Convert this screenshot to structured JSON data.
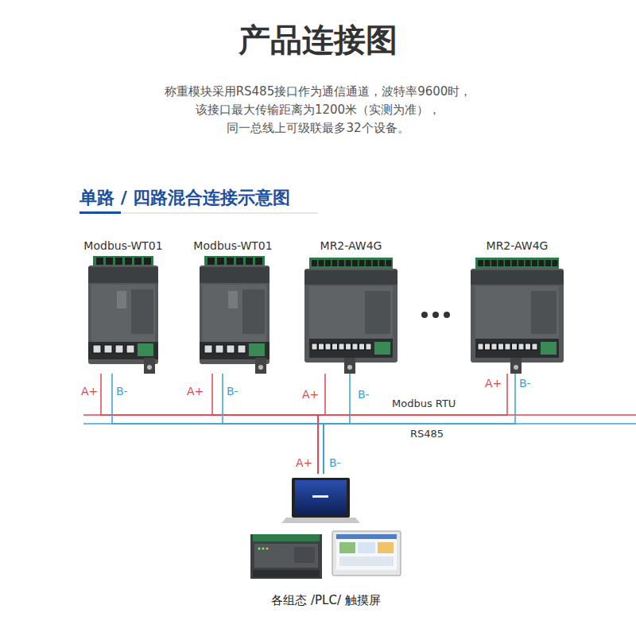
{
  "diagram": {
    "title": "产品连接图",
    "nodes": [
      {
        "text": [
          "Modbus-WT01"
        ]
      },
      {
        "text": [
          "Modbus-WT01"
        ]
      },
      {
        "text": [
          "MR2-AW4G"
        ]
      },
      {
        "text": [
          "MR2-AW4G"
        ]
      },
      {
        "text": [
          "各组态 /PLC/ 触摸屏"
        ]
      }
    ],
    "edges": [
      {
        "from": 0,
        "to": 4,
        "arrow": "none"
      },
      {
        "from": 1,
        "to": 4,
        "arrow": "none"
      },
      {
        "from": 2,
        "to": 4,
        "arrow": "none"
      },
      {
        "from": 3,
        "to": 4,
        "arrow": "none"
      }
    ],
    "labels": [
      "称重模块采用RS485接口作为通信通道，波特率9600时，",
      "该接口最大传输距离为1200米（实测为准），",
      "同一总线上可级联最多32个设备。",
      "单路 / 四路混合连接示意图",
      "A+",
      "B-",
      "A+",
      "B-",
      "A+",
      "B-",
      "A+",
      "B-",
      "Modbus RTU",
      "RS485",
      "A+",
      "B-"
    ]
  }
}
